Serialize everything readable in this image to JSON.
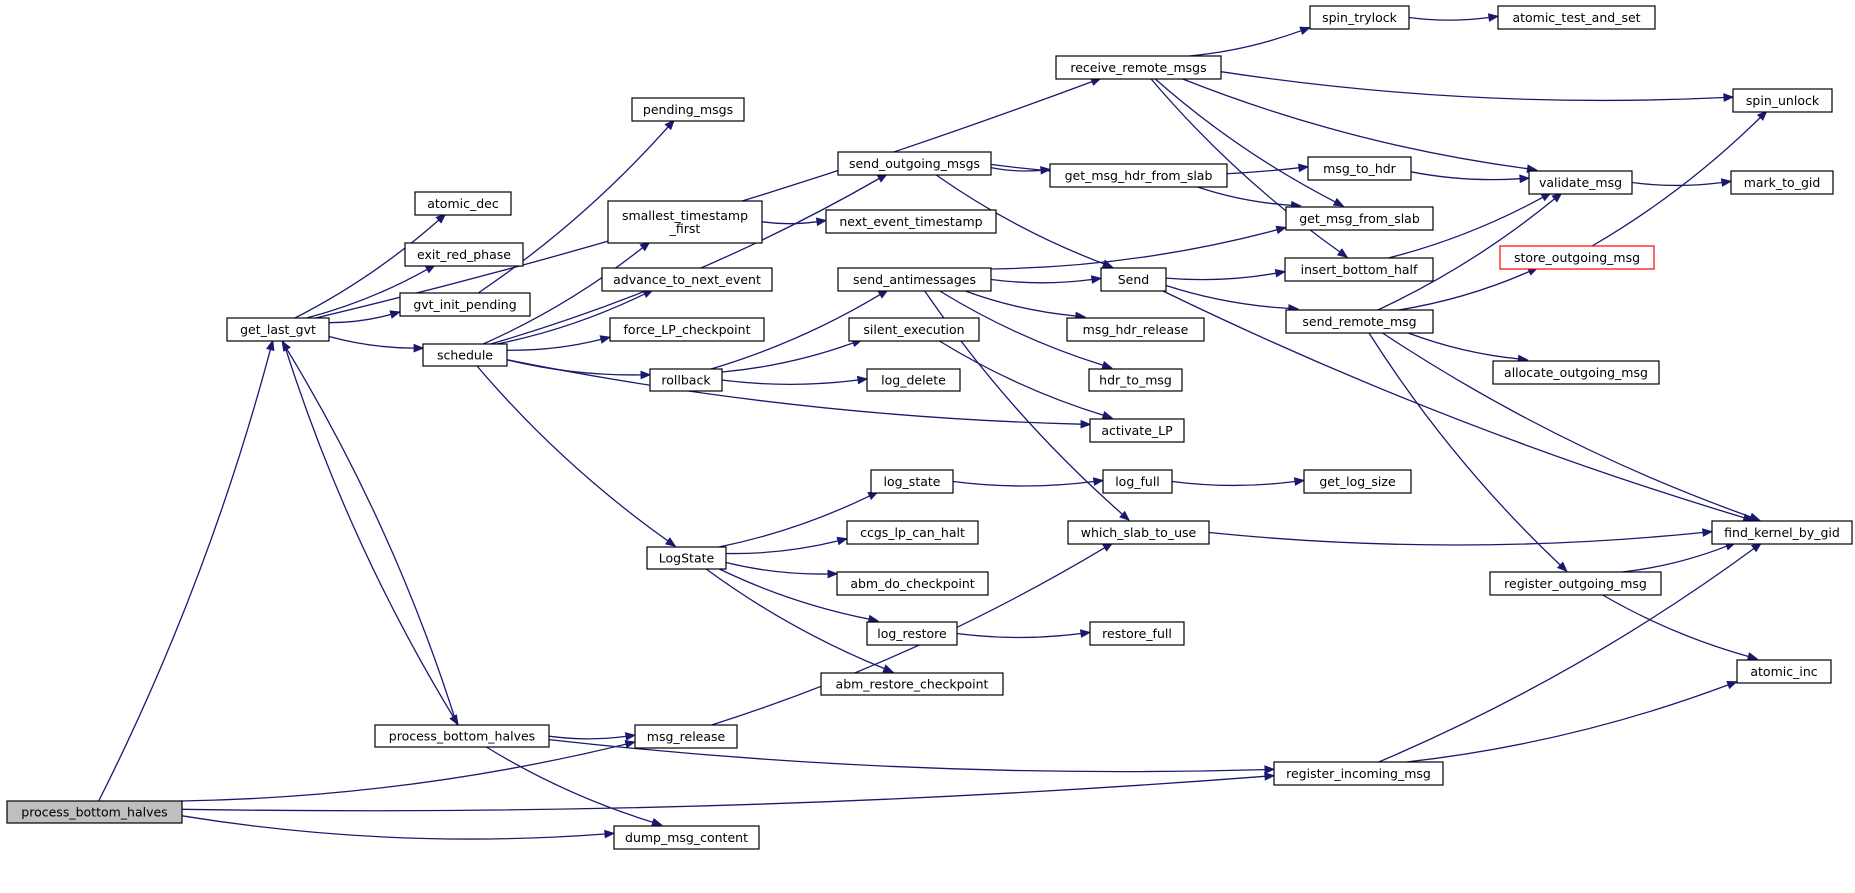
{
  "diagram": {
    "type": "call-graph",
    "colors": {
      "edge": "#191970",
      "node_border": "#000000",
      "node_fill": "#ffffff",
      "root_fill": "#bfbfbf",
      "highlight_border": "#ff0000"
    },
    "nodes": [
      {
        "id": "root",
        "lines": [
          "process_bottom_halves"
        ]
      },
      {
        "id": "get_last_gvt",
        "lines": [
          "get_last_gvt"
        ]
      },
      {
        "id": "process_bottom_halves2",
        "lines": [
          "process_bottom_halves"
        ]
      },
      {
        "id": "atomic_dec",
        "lines": [
          "atomic_dec"
        ]
      },
      {
        "id": "exit_red_phase",
        "lines": [
          "exit_red_phase"
        ]
      },
      {
        "id": "gvt_init_pending",
        "lines": [
          "gvt_init_pending"
        ]
      },
      {
        "id": "schedule",
        "lines": [
          "schedule"
        ]
      },
      {
        "id": "pending_msgs",
        "lines": [
          "pending_msgs"
        ]
      },
      {
        "id": "send_outgoing_msgs",
        "lines": [
          "send_outgoing_msgs"
        ]
      },
      {
        "id": "smallest_timestamp_first",
        "lines": [
          "smallest_timestamp",
          "_first"
        ]
      },
      {
        "id": "advance_to_next_event",
        "lines": [
          "advance_to_next_event"
        ]
      },
      {
        "id": "force_LP_checkpoint",
        "lines": [
          "force_LP_checkpoint"
        ]
      },
      {
        "id": "rollback",
        "lines": [
          "rollback"
        ]
      },
      {
        "id": "LogState",
        "lines": [
          "LogState"
        ]
      },
      {
        "id": "msg_release",
        "lines": [
          "msg_release"
        ]
      },
      {
        "id": "dump_msg_content",
        "lines": [
          "dump_msg_content"
        ]
      },
      {
        "id": "next_event_timestamp",
        "lines": [
          "next_event_timestamp"
        ]
      },
      {
        "id": "send_antimessages",
        "lines": [
          "send_antimessages"
        ]
      },
      {
        "id": "silent_execution",
        "lines": [
          "silent_execution"
        ]
      },
      {
        "id": "log_delete",
        "lines": [
          "log_delete"
        ]
      },
      {
        "id": "log_state",
        "lines": [
          "log_state"
        ]
      },
      {
        "id": "ccgs_lp_can_halt",
        "lines": [
          "ccgs_lp_can_halt"
        ]
      },
      {
        "id": "abm_do_checkpoint",
        "lines": [
          "abm_do_checkpoint"
        ]
      },
      {
        "id": "log_restore",
        "lines": [
          "log_restore"
        ]
      },
      {
        "id": "abm_restore_checkpoint",
        "lines": [
          "abm_restore_checkpoint"
        ]
      },
      {
        "id": "receive_remote_msgs",
        "lines": [
          "receive_remote_msgs"
        ]
      },
      {
        "id": "get_msg_hdr_from_slab",
        "lines": [
          "get_msg_hdr_from_slab"
        ]
      },
      {
        "id": "Send",
        "lines": [
          "Send"
        ]
      },
      {
        "id": "msg_hdr_release",
        "lines": [
          "msg_hdr_release"
        ]
      },
      {
        "id": "hdr_to_msg",
        "lines": [
          "hdr_to_msg"
        ]
      },
      {
        "id": "activate_LP",
        "lines": [
          "activate_LP"
        ]
      },
      {
        "id": "log_full",
        "lines": [
          "log_full"
        ]
      },
      {
        "id": "which_slab_to_use",
        "lines": [
          "which_slab_to_use"
        ]
      },
      {
        "id": "restore_full",
        "lines": [
          "restore_full"
        ]
      },
      {
        "id": "spin_trylock",
        "lines": [
          "spin_trylock"
        ]
      },
      {
        "id": "msg_to_hdr",
        "lines": [
          "msg_to_hdr"
        ]
      },
      {
        "id": "get_msg_from_slab",
        "lines": [
          "get_msg_from_slab"
        ]
      },
      {
        "id": "insert_bottom_half",
        "lines": [
          "insert_bottom_half"
        ]
      },
      {
        "id": "send_remote_msg",
        "lines": [
          "send_remote_msg"
        ]
      },
      {
        "id": "get_log_size",
        "lines": [
          "get_log_size"
        ]
      },
      {
        "id": "register_incoming_msg",
        "lines": [
          "register_incoming_msg"
        ]
      },
      {
        "id": "register_outgoing_msg",
        "lines": [
          "register_outgoing_msg"
        ]
      },
      {
        "id": "atomic_test_and_set",
        "lines": [
          "atomic_test_and_set"
        ]
      },
      {
        "id": "validate_msg",
        "lines": [
          "validate_msg"
        ]
      },
      {
        "id": "store_outgoing_msg",
        "lines": [
          "store_outgoing_msg"
        ]
      },
      {
        "id": "allocate_outgoing_msg",
        "lines": [
          "allocate_outgoing_msg"
        ]
      },
      {
        "id": "spin_unlock",
        "lines": [
          "spin_unlock"
        ]
      },
      {
        "id": "mark_to_gid",
        "lines": [
          "mark_to_gid"
        ]
      },
      {
        "id": "find_kernel_by_gid",
        "lines": [
          "find_kernel_by_gid"
        ]
      },
      {
        "id": "atomic_inc",
        "lines": [
          "atomic_inc"
        ]
      }
    ],
    "edges": [
      [
        "root",
        "get_last_gvt"
      ],
      [
        "root",
        "msg_release"
      ],
      [
        "root",
        "dump_msg_content"
      ],
      [
        "root",
        "register_incoming_msg"
      ],
      [
        "get_last_gvt",
        "process_bottom_halves2"
      ],
      [
        "process_bottom_halves2",
        "get_last_gvt"
      ],
      [
        "get_last_gvt",
        "receive_remote_msgs"
      ],
      [
        "get_last_gvt",
        "atomic_dec"
      ],
      [
        "get_last_gvt",
        "exit_red_phase"
      ],
      [
        "get_last_gvt",
        "gvt_init_pending"
      ],
      [
        "get_last_gvt",
        "schedule"
      ],
      [
        "gvt_init_pending",
        "pending_msgs"
      ],
      [
        "schedule",
        "send_outgoing_msgs"
      ],
      [
        "schedule",
        "smallest_timestamp_first"
      ],
      [
        "schedule",
        "advance_to_next_event"
      ],
      [
        "schedule",
        "force_LP_checkpoint"
      ],
      [
        "schedule",
        "rollback"
      ],
      [
        "schedule",
        "activate_LP"
      ],
      [
        "schedule",
        "LogState"
      ],
      [
        "process_bottom_halves2",
        "msg_release"
      ],
      [
        "process_bottom_halves2",
        "dump_msg_content"
      ],
      [
        "process_bottom_halves2",
        "register_incoming_msg"
      ],
      [
        "smallest_timestamp_first",
        "next_event_timestamp"
      ],
      [
        "rollback",
        "send_antimessages"
      ],
      [
        "rollback",
        "silent_execution"
      ],
      [
        "rollback",
        "log_delete"
      ],
      [
        "send_outgoing_msgs",
        "msg_to_hdr"
      ],
      [
        "send_outgoing_msgs",
        "get_msg_hdr_from_slab"
      ],
      [
        "send_outgoing_msgs",
        "Send"
      ],
      [
        "send_antimessages",
        "get_msg_from_slab"
      ],
      [
        "send_antimessages",
        "Send"
      ],
      [
        "send_antimessages",
        "msg_hdr_release"
      ],
      [
        "send_antimessages",
        "hdr_to_msg"
      ],
      [
        "send_antimessages",
        "which_slab_to_use"
      ],
      [
        "silent_execution",
        "activate_LP"
      ],
      [
        "LogState",
        "log_state"
      ],
      [
        "LogState",
        "ccgs_lp_can_halt"
      ],
      [
        "LogState",
        "abm_do_checkpoint"
      ],
      [
        "LogState",
        "log_restore"
      ],
      [
        "LogState",
        "abm_restore_checkpoint"
      ],
      [
        "log_state",
        "log_full"
      ],
      [
        "log_full",
        "get_log_size"
      ],
      [
        "log_restore",
        "restore_full"
      ],
      [
        "msg_release",
        "which_slab_to_use"
      ],
      [
        "which_slab_to_use",
        "find_kernel_by_gid"
      ],
      [
        "receive_remote_msgs",
        "spin_trylock"
      ],
      [
        "receive_remote_msgs",
        "spin_unlock"
      ],
      [
        "receive_remote_msgs",
        "validate_msg"
      ],
      [
        "receive_remote_msgs",
        "get_msg_from_slab"
      ],
      [
        "receive_remote_msgs",
        "insert_bottom_half"
      ],
      [
        "spin_trylock",
        "atomic_test_and_set"
      ],
      [
        "msg_to_hdr",
        "validate_msg"
      ],
      [
        "get_msg_hdr_from_slab",
        "get_msg_from_slab"
      ],
      [
        "Send",
        "insert_bottom_half"
      ],
      [
        "Send",
        "send_remote_msg"
      ],
      [
        "Send",
        "find_kernel_by_gid"
      ],
      [
        "insert_bottom_half",
        "validate_msg"
      ],
      [
        "send_remote_msg",
        "validate_msg"
      ],
      [
        "send_remote_msg",
        "store_outgoing_msg"
      ],
      [
        "send_remote_msg",
        "allocate_outgoing_msg"
      ],
      [
        "send_remote_msg",
        "find_kernel_by_gid"
      ],
      [
        "send_remote_msg",
        "register_outgoing_msg"
      ],
      [
        "register_incoming_msg",
        "find_kernel_by_gid"
      ],
      [
        "register_incoming_msg",
        "atomic_inc"
      ],
      [
        "register_outgoing_msg",
        "find_kernel_by_gid"
      ],
      [
        "register_outgoing_msg",
        "atomic_inc"
      ],
      [
        "validate_msg",
        "mark_to_gid"
      ],
      [
        "store_outgoing_msg",
        "spin_unlock"
      ]
    ]
  }
}
